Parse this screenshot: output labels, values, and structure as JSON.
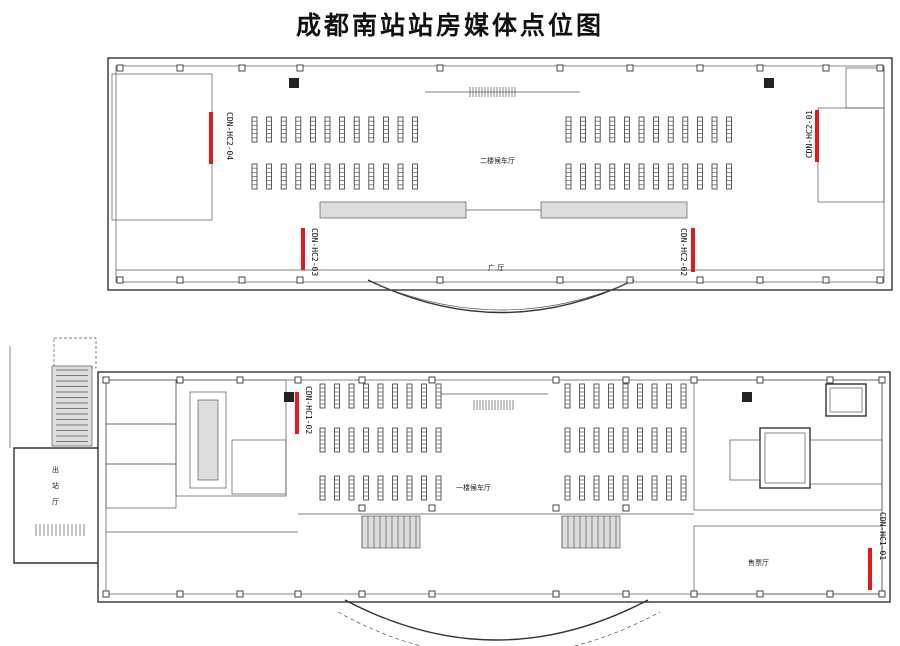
{
  "title": "成都南站站房媒体点位图",
  "floors": [
    {
      "name": "upper",
      "hall_label": "二楼候车厅",
      "plaza_label": "广 厅"
    },
    {
      "name": "lower",
      "hall_label": "一楼候车厅",
      "exit_label": [
        "出",
        "站",
        "厅"
      ],
      "ticket_label": "售票厅"
    }
  ],
  "media_points": [
    {
      "code": "CDN-HC2-04",
      "floor": "upper"
    },
    {
      "code": "CDN-HC2-01",
      "floor": "upper"
    },
    {
      "code": "CDN-HC2-03",
      "floor": "upper"
    },
    {
      "code": "CDN-HC2-02",
      "floor": "upper"
    },
    {
      "code": "CDN-HC1-02",
      "floor": "lower"
    },
    {
      "code": "CDN-HC1-01",
      "floor": "lower"
    }
  ],
  "colors": {
    "media_marker": "#e21a1a",
    "line": "#333333"
  }
}
